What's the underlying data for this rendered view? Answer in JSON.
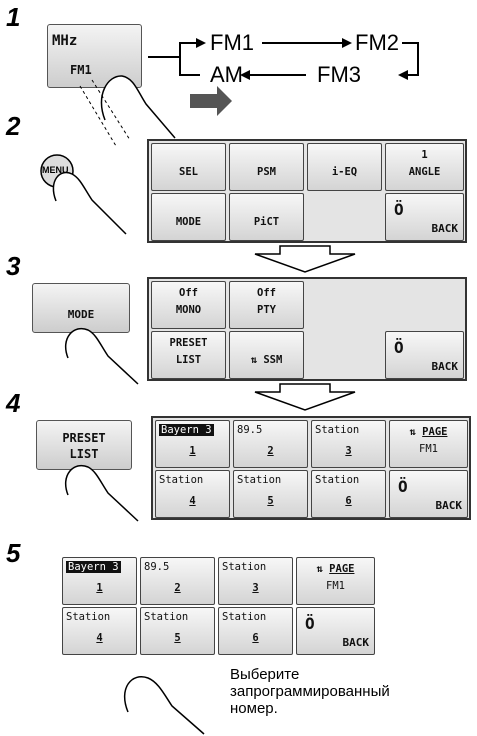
{
  "steps": {
    "s1": "1",
    "s2": "2",
    "s3": "3",
    "s4": "4",
    "s5": "5"
  },
  "step1": {
    "button_top": "MHz",
    "button_bottom": "FM1",
    "bands": {
      "fm1": "FM1",
      "fm2": "FM2",
      "am": "AM",
      "fm3": "FM3"
    }
  },
  "step2": {
    "menu_button": "MENU",
    "buttons": {
      "sel": "SEL",
      "psm": "PSM",
      "ieq": "i-EQ",
      "angle_value": "1",
      "angle": "ANGLE",
      "mode": "MODE",
      "pict": "PiCT",
      "back": "BACK"
    }
  },
  "step3": {
    "mode_button": "MODE",
    "buttons": {
      "mono_value": "Off",
      "mono": "MONO",
      "pty_value": "Off",
      "pty": "PTY",
      "preset1": "PRESET",
      "preset2": "LIST",
      "ssm": "SSM",
      "back": "BACK"
    }
  },
  "step4": {
    "preset_button_1": "PRESET",
    "preset_button_2": "LIST"
  },
  "presets": [
    {
      "name": "Bayern 3",
      "num": "1"
    },
    {
      "name": "89.5",
      "num": "2"
    },
    {
      "name": "Station",
      "num": "3"
    },
    {
      "name": "Station",
      "num": "4"
    },
    {
      "name": "Station",
      "num": "5"
    },
    {
      "name": "Station",
      "num": "6"
    }
  ],
  "page": {
    "label": "PAGE",
    "band": "FM1"
  },
  "back_label": "BACK",
  "caption": {
    "line1": "Выберите",
    "line2": "запрограммированный",
    "line3": "номер."
  }
}
